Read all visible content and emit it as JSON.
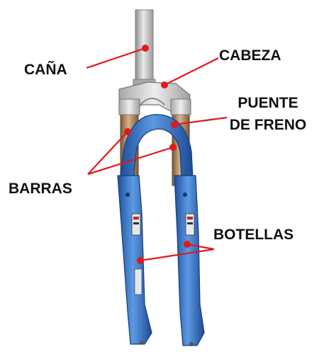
{
  "diagram": {
    "labels": {
      "cana": "CAÑA",
      "cabeza": "CABEZA",
      "puente_line1": "PUENTE",
      "puente_line2": "DE FRENO",
      "barras": "BARRAS",
      "botellas": "BOTELLAS"
    },
    "colors": {
      "leader_line": "#e0191d",
      "marker_dot": "#e0191d",
      "fork_lower_blue": "#3f7fd0",
      "fork_lower_blue_dark": "#1f4f9c",
      "stanchion_bronze": "#b0885e",
      "crown_silver": "#c9c9c9",
      "steerer_silver": "#b5b5b5",
      "label_text": "#111111"
    },
    "icons": [
      "suspension-fork-illustration"
    ]
  }
}
